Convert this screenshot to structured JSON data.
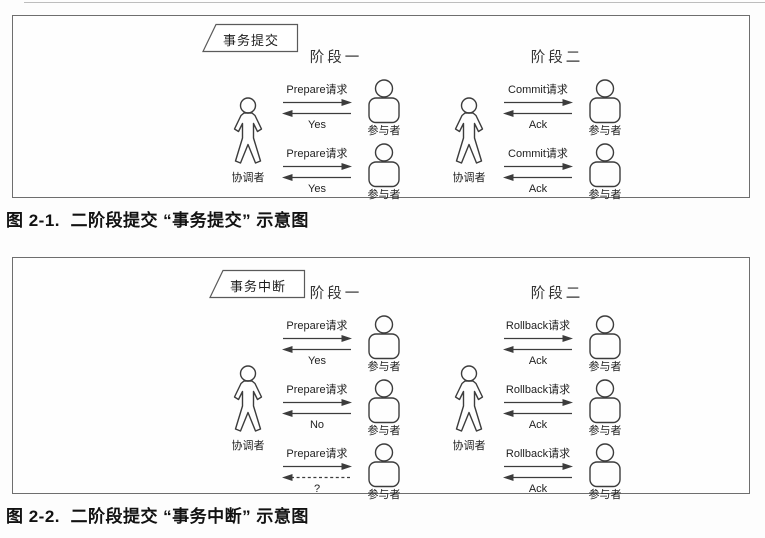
{
  "accent_colors": {
    "line": "#3c3c3c",
    "panel_border": "#6e6e6e",
    "text": "#1e1e1e"
  },
  "figures": [
    {
      "banner": "事务提交",
      "coordinator": "协调者",
      "participant": "参与者",
      "phases": [
        {
          "title": "阶段一",
          "rows": [
            {
              "request": "Prepare请求",
              "reply": "Yes",
              "reply_dashed": false
            },
            {
              "request": "Prepare请求",
              "reply": "Yes",
              "reply_dashed": false
            }
          ]
        },
        {
          "title": "阶段二",
          "rows": [
            {
              "request": "Commit请求",
              "reply": "Ack",
              "reply_dashed": false
            },
            {
              "request": "Commit请求",
              "reply": "Ack",
              "reply_dashed": false
            }
          ]
        }
      ],
      "caption": "图 2-1.  二阶段提交 “事务提交” 示意图"
    },
    {
      "banner": "事务中断",
      "coordinator": "协调者",
      "participant": "参与者",
      "phases": [
        {
          "title": "阶段一",
          "rows": [
            {
              "request": "Prepare请求",
              "reply": "Yes",
              "reply_dashed": false
            },
            {
              "request": "Prepare请求",
              "reply": "No",
              "reply_dashed": false
            },
            {
              "request": "Prepare请求",
              "reply": "?",
              "reply_dashed": true
            }
          ]
        },
        {
          "title": "阶段二",
          "rows": [
            {
              "request": "Rollback请求",
              "reply": "Ack",
              "reply_dashed": false
            },
            {
              "request": "Rollback请求",
              "reply": "Ack",
              "reply_dashed": false
            },
            {
              "request": "Rollback请求",
              "reply": "Ack",
              "reply_dashed": false
            }
          ]
        }
      ],
      "caption": "图 2-2.  二阶段提交 “事务中断” 示意图"
    }
  ]
}
